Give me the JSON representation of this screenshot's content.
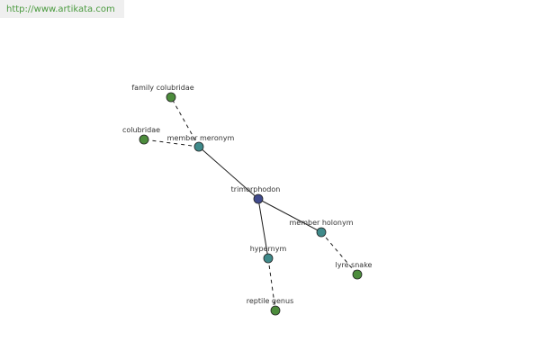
{
  "site": {
    "url": "http://www.artikata.com"
  },
  "graph": {
    "center": "trimorphodon",
    "nodes": [
      {
        "id": "family_colubridae",
        "label": "family colubridae",
        "kind": "leaf",
        "color": "#4c8c3c"
      },
      {
        "id": "colubridae",
        "label": "colubridae",
        "kind": "leaf",
        "color": "#4c8c3c"
      },
      {
        "id": "member_meronym",
        "label": "member meronym",
        "kind": "relation",
        "color": "#3f8a8a"
      },
      {
        "id": "trimorphodon",
        "label": "trimorphodon",
        "kind": "center",
        "color": "#404a8c"
      },
      {
        "id": "member_holonym",
        "label": "member holonym",
        "kind": "relation",
        "color": "#3f8a8a"
      },
      {
        "id": "hypernym",
        "label": "hypernym",
        "kind": "relation",
        "color": "#3f8a8a"
      },
      {
        "id": "lyre_snake",
        "label": "lyre snake",
        "kind": "leaf",
        "color": "#4c8c3c"
      },
      {
        "id": "reptile_genus",
        "label": "reptile genus",
        "kind": "leaf",
        "color": "#4c8c3c"
      }
    ],
    "edges": [
      {
        "from": "trimorphodon",
        "to": "member_meronym",
        "style": "solid"
      },
      {
        "from": "trimorphodon",
        "to": "member_holonym",
        "style": "solid"
      },
      {
        "from": "trimorphodon",
        "to": "hypernym",
        "style": "solid"
      },
      {
        "from": "member_meronym",
        "to": "family_colubridae",
        "style": "dashed"
      },
      {
        "from": "member_meronym",
        "to": "colubridae",
        "style": "dashed"
      },
      {
        "from": "member_holonym",
        "to": "lyre_snake",
        "style": "dashed"
      },
      {
        "from": "hypernym",
        "to": "reptile_genus",
        "style": "dashed"
      }
    ]
  }
}
